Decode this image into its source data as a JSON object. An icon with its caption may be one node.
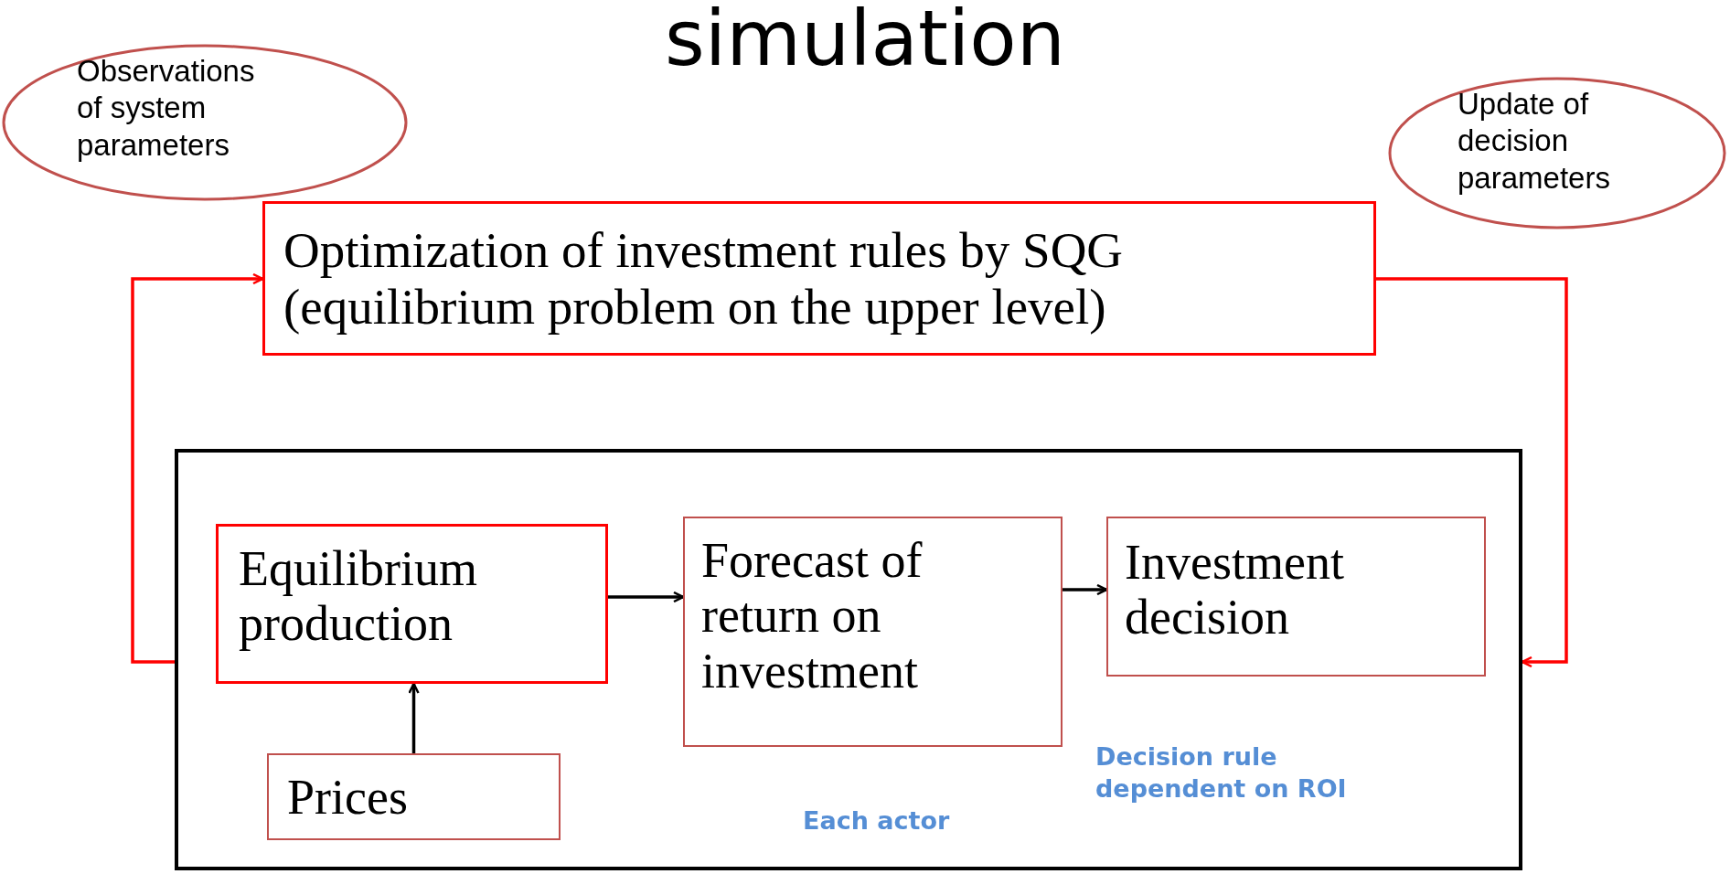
{
  "diagram": {
    "title": "simulation",
    "nodes": [
      {
        "text": [
          "Observations of system parameters"
        ]
      },
      {
        "text": [
          "Update of decision parameters"
        ]
      },
      {
        "text": [
          "Optimization of investment rules by SQG (equilibrium problem on the upper level)"
        ]
      },
      {
        "text": [],
        "shape": "box"
      },
      {
        "text": [
          "Equilibrium production"
        ],
        "in": 3
      },
      {
        "text": [
          "Forecast of return on investment"
        ],
        "in": 3
      },
      {
        "text": [
          "Investment decision"
        ],
        "in": 3
      },
      {
        "text": [
          "Prices"
        ],
        "in": 3
      }
    ],
    "edges": [
      {
        "from": 3,
        "to": 2,
        "arrow": "to",
        "color": "#ff0000"
      },
      {
        "from": 2,
        "to": 3,
        "arrow": "to",
        "color": "#ff0000"
      },
      {
        "from": 4,
        "to": 5,
        "arrow": "to"
      },
      {
        "from": 5,
        "to": 6,
        "arrow": "to"
      },
      {
        "from": 7,
        "to": 4,
        "arrow": "to"
      }
    ],
    "labels": [
      "Decision rule dependent on ROI",
      "Each actor"
    ]
  }
}
